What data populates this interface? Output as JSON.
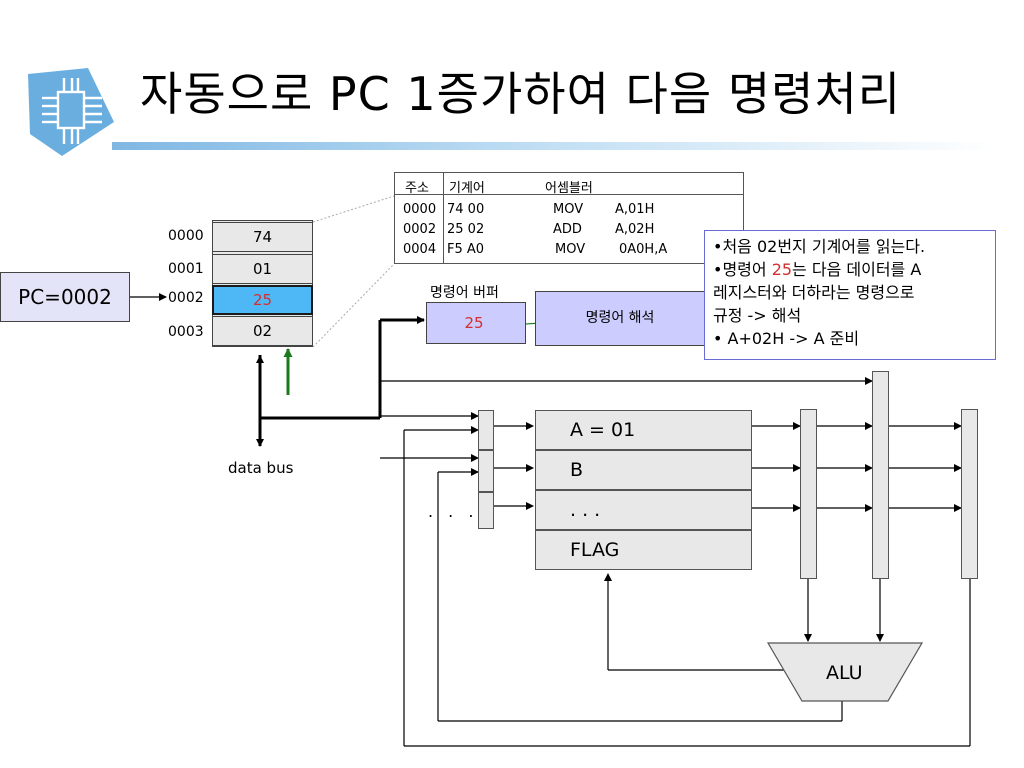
{
  "title": "자동으로 PC 1증가하여 다음 명령처리",
  "logo_icon": "circuit-chip-icon",
  "memory": {
    "cells": [
      {
        "address": "0000",
        "value": "74"
      },
      {
        "address": "0001",
        "value": "01"
      },
      {
        "address": "0002",
        "value": "25"
      },
      {
        "address": "0003",
        "value": "02"
      }
    ],
    "highlighted_address": "0002",
    "highlight_color": "#4db8f5"
  },
  "pc_label": "PC=0002",
  "code_table": {
    "headers": {
      "address": "주소",
      "machine": "기계어",
      "assembly": "어셈블러"
    },
    "rows": [
      {
        "address": "0000",
        "machine": "74 00",
        "op": "MOV",
        "args": "A,01H"
      },
      {
        "address": "0002",
        "machine": "25 02",
        "op": "ADD",
        "args": "A,02H"
      },
      {
        "address": "0004",
        "machine": "F5 A0",
        "op": "MOV",
        "args": "0A0H,A"
      }
    ]
  },
  "instruction_buffer": {
    "label": "명령어 버퍼",
    "value": "25"
  },
  "decoder_label": "명령어 해석",
  "note": {
    "line1": "•처음 02번지 기계어를 읽는다.",
    "line2_prefix": "•명령어 ",
    "line2_highlight": "25",
    "line2_suffix": "는 다음 데이터를 A",
    "line3": "레지스터와 더하라는 명령으로",
    "line4": "규정 -> 해석",
    "line5": "• A+02H -> A 준비"
  },
  "registers": [
    "A = 01",
    "B",
    ". . .",
    "FLAG"
  ],
  "left_dots": ". . .",
  "alu_label": "ALU",
  "data_bus_label": "data bus",
  "colors": {
    "accent_red": "#d32f2f",
    "arrow_green": "#1b7a1b",
    "box_purple": "#ccccff"
  }
}
